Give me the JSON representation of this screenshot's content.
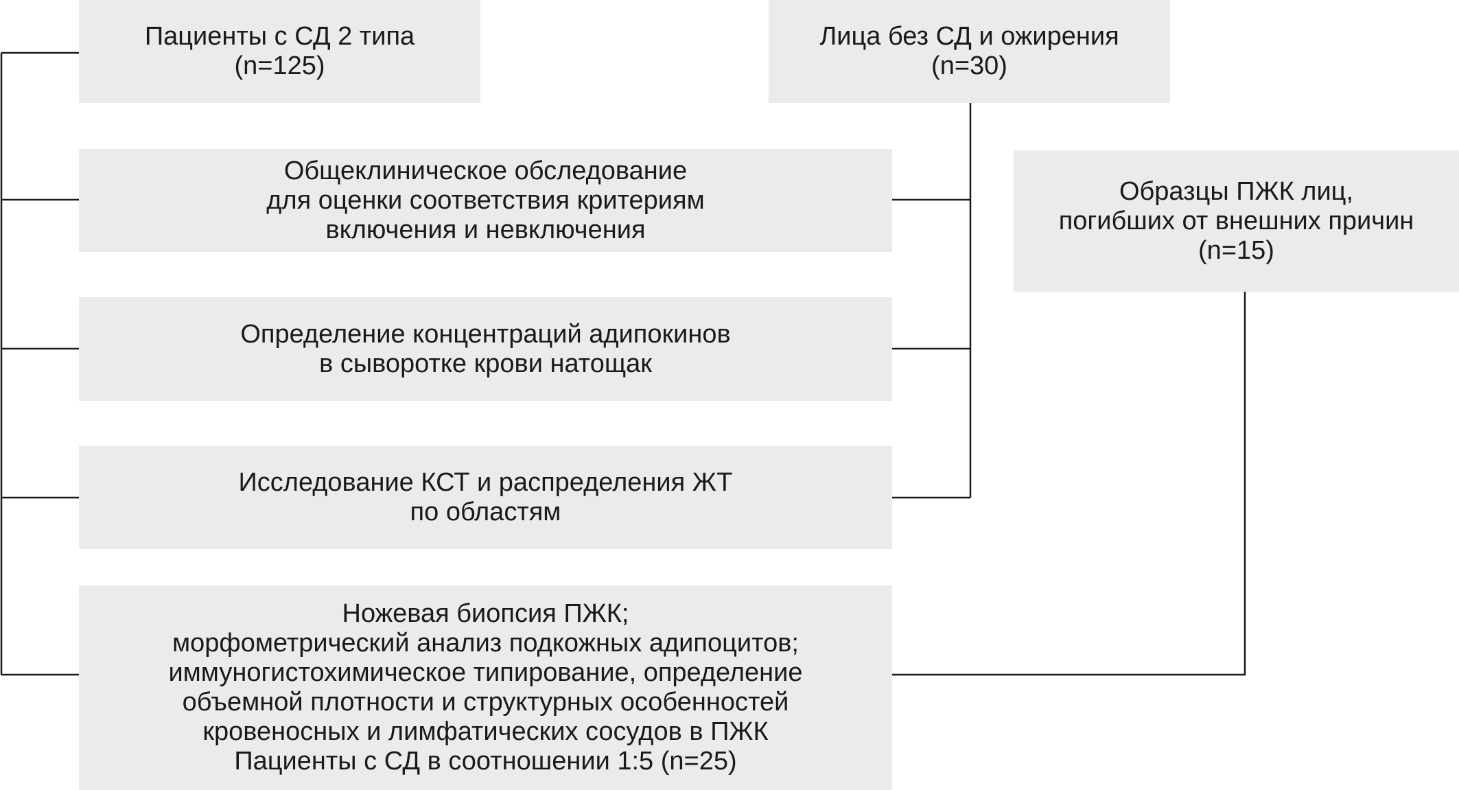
{
  "boxes": {
    "patients": {
      "line1": "Пациенты с СД 2 типа",
      "line2": "(n=125)"
    },
    "controls": {
      "line1": "Лица без СД и ожирения",
      "line2": "(n=30)"
    },
    "clinical_exam": {
      "line1": "Общеклиническое обследование",
      "line2": "для оценки соответствия критериям",
      "line3": "включения и невключения"
    },
    "adipokines": {
      "line1": "Определение концентраций адипокинов",
      "line2": "в сыворотке крови натощак"
    },
    "body_composition": {
      "line1": "Исследование КСТ и распределения ЖТ",
      "line2": "по областям"
    },
    "biopsy": {
      "line1": "Ножевая биопсия ПЖК;",
      "line2": "морфометрический анализ подкожных адипоцитов;",
      "line3": "иммуногистохимическое типирование, определение",
      "line4": "объемной плотности и структурных особенностей",
      "line5": "кровеносных и лимфатических сосудов в ПЖК",
      "line6": "Пациенты с СД в соотношении 1:5 (n=25)"
    },
    "postmortem_samples": {
      "line1": "Образцы ПЖК лиц,",
      "line2": "погибших от внешних причин",
      "line3": "(n=15)"
    }
  },
  "colors": {
    "box_fill": "#ebebeb",
    "connector": "#1a1a1a",
    "text": "#1a1a1a"
  }
}
